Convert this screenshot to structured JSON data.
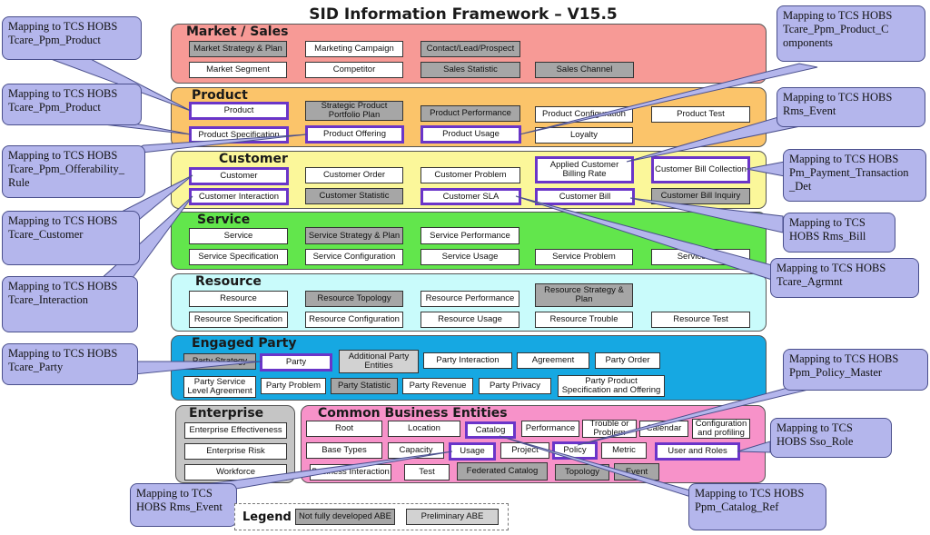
{
  "title": "SID Information Framework – V15.5",
  "colors": {
    "market": "#f79a96",
    "product": "#fbc46a",
    "customer": "#fbf79a",
    "service": "#62e64c",
    "resource": "#c9fbfb",
    "party": "#16a8e2",
    "enterprise": "#c5c5c5",
    "cbe": "#f792c9",
    "not_fully_developed": "#a6a6a6",
    "preliminary": "#d2d2d2",
    "mapped_border": "#6a35c9",
    "callout": "#b4b6ec"
  },
  "domains": {
    "market": {
      "title": "Market / Sales",
      "abes": [
        {
          "label": "Market Strategy & Plan",
          "status": "nfd"
        },
        {
          "label": "Marketing Campaign",
          "status": "normal"
        },
        {
          "label": "Contact/Lead/Prospect",
          "status": "nfd"
        },
        {
          "label": "Market Segment",
          "status": "normal"
        },
        {
          "label": "Competitor",
          "status": "normal"
        },
        {
          "label": "Sales Statistic",
          "status": "nfd"
        },
        {
          "label": "Sales Channel",
          "status": "nfd"
        }
      ]
    },
    "product": {
      "title": "Product",
      "abes": [
        {
          "label": "Product",
          "status": "mapped"
        },
        {
          "label": "Strategic Product Portfolio Plan",
          "status": "nfd"
        },
        {
          "label": "Product Performance",
          "status": "nfd"
        },
        {
          "label": "Product Configuration",
          "status": "normal"
        },
        {
          "label": "Product Test",
          "status": "normal"
        },
        {
          "label": "Product Specification",
          "status": "mapped"
        },
        {
          "label": "Product Offering",
          "status": "mapped"
        },
        {
          "label": "Product Usage",
          "status": "mapped"
        },
        {
          "label": "Loyalty",
          "status": "normal"
        }
      ]
    },
    "customer": {
      "title": "Customer",
      "abes": [
        {
          "label": "Customer",
          "status": "mapped"
        },
        {
          "label": "Customer Order",
          "status": "normal"
        },
        {
          "label": "Customer Problem",
          "status": "normal"
        },
        {
          "label": "Applied Customer Billing Rate",
          "status": "mapped"
        },
        {
          "label": "Customer Bill Collection",
          "status": "mapped"
        },
        {
          "label": "Customer Interaction",
          "status": "mapped"
        },
        {
          "label": "Customer Statistic",
          "status": "nfd"
        },
        {
          "label": "Customer SLA",
          "status": "mapped"
        },
        {
          "label": "Customer Bill",
          "status": "mapped"
        },
        {
          "label": "Customer Bill Inquiry",
          "status": "nfd"
        }
      ]
    },
    "service": {
      "title": "Service",
      "abes": [
        {
          "label": "Service",
          "status": "normal"
        },
        {
          "label": "Service Strategy & Plan",
          "status": "nfd"
        },
        {
          "label": "Service Performance",
          "status": "normal"
        },
        {
          "label": "Service Specification",
          "status": "normal"
        },
        {
          "label": "Service Configuration",
          "status": "normal"
        },
        {
          "label": "Service Usage",
          "status": "normal"
        },
        {
          "label": "Service Problem",
          "status": "normal"
        },
        {
          "label": "Service Test",
          "status": "normal"
        }
      ]
    },
    "resource": {
      "title": "Resource",
      "abes": [
        {
          "label": "Resource",
          "status": "normal"
        },
        {
          "label": "Resource Topology",
          "status": "nfd"
        },
        {
          "label": "Resource Performance",
          "status": "normal"
        },
        {
          "label": "Resource Strategy & Plan",
          "status": "nfd"
        },
        {
          "label": "Resource Specification",
          "status": "normal"
        },
        {
          "label": "Resource Configuration",
          "status": "normal"
        },
        {
          "label": "Resource Usage",
          "status": "normal"
        },
        {
          "label": "Resource Trouble",
          "status": "normal"
        },
        {
          "label": "Resource Test",
          "status": "normal"
        }
      ]
    },
    "party": {
      "title": "Engaged Party",
      "abes": [
        {
          "label": "Party Strategy",
          "status": "nfd"
        },
        {
          "label": "Party",
          "status": "mapped"
        },
        {
          "label": "Additional Party Entities",
          "status": "pre"
        },
        {
          "label": "Party Interaction",
          "status": "normal"
        },
        {
          "label": "Agreement",
          "status": "normal"
        },
        {
          "label": "Party Order",
          "status": "normal"
        },
        {
          "label": "Party Service Level Agreement",
          "status": "normal"
        },
        {
          "label": "Party Problem",
          "status": "normal"
        },
        {
          "label": "Party Statistic",
          "status": "nfd"
        },
        {
          "label": "Party Revenue",
          "status": "normal"
        },
        {
          "label": "Party Privacy",
          "status": "normal"
        },
        {
          "label": "Party Product Specification and Offering",
          "status": "normal"
        }
      ]
    },
    "enterprise": {
      "title": "Enterprise",
      "abes": [
        {
          "label": "Enterprise Effectiveness",
          "status": "normal"
        },
        {
          "label": "Enterprise Risk",
          "status": "normal"
        },
        {
          "label": "Workforce",
          "status": "normal"
        }
      ]
    },
    "cbe": {
      "title": "Common Business Entities",
      "abes": [
        {
          "label": "Root",
          "status": "normal"
        },
        {
          "label": "Location",
          "status": "normal"
        },
        {
          "label": "Catalog",
          "status": "mapped"
        },
        {
          "label": "Performance",
          "status": "normal"
        },
        {
          "label": "Trouble or Problem",
          "status": "normal"
        },
        {
          "label": "Calendar",
          "status": "normal"
        },
        {
          "label": "Configuration and profiling",
          "status": "normal"
        },
        {
          "label": "Base Types",
          "status": "normal"
        },
        {
          "label": "Capacity",
          "status": "normal"
        },
        {
          "label": "Usage",
          "status": "mapped"
        },
        {
          "label": "Project",
          "status": "normal"
        },
        {
          "label": "Policy",
          "status": "mapped"
        },
        {
          "label": "Metric",
          "status": "normal"
        },
        {
          "label": "User and Roles",
          "status": "mapped"
        },
        {
          "label": "Business Interaction",
          "status": "normal"
        },
        {
          "label": "Test",
          "status": "normal"
        },
        {
          "label": "Federated Catalog",
          "status": "nfd"
        },
        {
          "label": "Topology",
          "status": "nfd"
        },
        {
          "label": "Event",
          "status": "nfd"
        }
      ]
    }
  },
  "callouts": [
    {
      "id": "tcare-ppm-product-1",
      "text": "Mapping to TCS HOBS Tcare_Ppm_Product",
      "target": "Product"
    },
    {
      "id": "tcare-ppm-product-2",
      "text": "Mapping to TCS HOBS Tcare_Ppm_Product",
      "target": "Product Specification"
    },
    {
      "id": "offerability-rule",
      "text": "Mapping to TCS HOBS Tcare_Ppm_Offerability_ Rule",
      "target": "Product Offering"
    },
    {
      "id": "tcare-customer",
      "text": "Mapping to TCS HOBS Tcare_Customer",
      "target": "Customer"
    },
    {
      "id": "tcare-interaction",
      "text": "Mapping to TCS HOBS Tcare_Interaction",
      "target": "Customer Interaction"
    },
    {
      "id": "tcare-party",
      "text": "Mapping to TCS HOBS Tcare_Party",
      "target": "Party"
    },
    {
      "id": "rms-event-bottom",
      "text": "Mapping to TCS HOBS Rms_Event",
      "target": "Usage"
    },
    {
      "id": "product-components",
      "text": "Mapping to TCS HOBS Tcare_Ppm_Product_C omponents",
      "target": "Product Usage"
    },
    {
      "id": "rms-event-top",
      "text": "Mapping to TCS HOBS Rms_Event",
      "target": "Applied Customer Billing Rate"
    },
    {
      "id": "payment-transaction",
      "text": "Mapping to TCS HOBS Pm_Payment_Transaction _Det",
      "target": "Customer Bill Collection"
    },
    {
      "id": "rms-bill",
      "text": "Mapping to TCS HOBS Rms_Bill",
      "target": "Customer Bill"
    },
    {
      "id": "tcare-agrmnt",
      "text": "Mapping to TCS HOBS Tcare_Agrmnt",
      "target": "Customer SLA"
    },
    {
      "id": "policy-master",
      "text": "Mapping to TCS HOBS Ppm_Policy_Master",
      "target": "Policy"
    },
    {
      "id": "sso-role",
      "text": "Mapping to TCS HOBS Sso_Role",
      "target": "User and Roles"
    },
    {
      "id": "catalog-ref",
      "text": "Mapping to TCS HOBS Ppm_Catalog_Ref",
      "target": "Catalog"
    }
  ],
  "legend": {
    "label": "Legend",
    "items": [
      {
        "label": "Not fully developed ABE",
        "status": "nfd"
      },
      {
        "label": "Preliminary ABE",
        "status": "pre"
      }
    ]
  }
}
